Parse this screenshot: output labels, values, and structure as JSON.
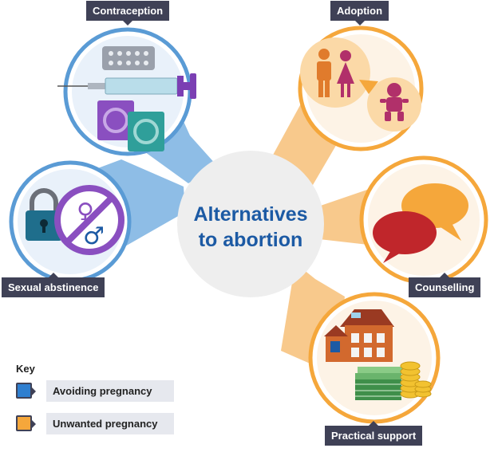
{
  "center": {
    "line1": "Alternatives",
    "line2": "to abortion"
  },
  "categories": {
    "contraception": "Contraception",
    "sexual_abstinence": "Sexual abstinence",
    "adoption": "Adoption",
    "counselling": "Counselling",
    "practical_support": "Practical support"
  },
  "key": {
    "title": "Key",
    "items": [
      {
        "label": "Avoiding pregnancy",
        "color": "#2f7fd0"
      },
      {
        "label": "Unwanted pregnancy",
        "color": "#f5a73b"
      }
    ]
  },
  "colors": {
    "blue_ring": "#5a9bd5",
    "blue_wedge": "#8ebde6",
    "orange_ring": "#f5a73b",
    "orange_wedge": "#f8c98c",
    "label_bg": "#3f4156"
  }
}
